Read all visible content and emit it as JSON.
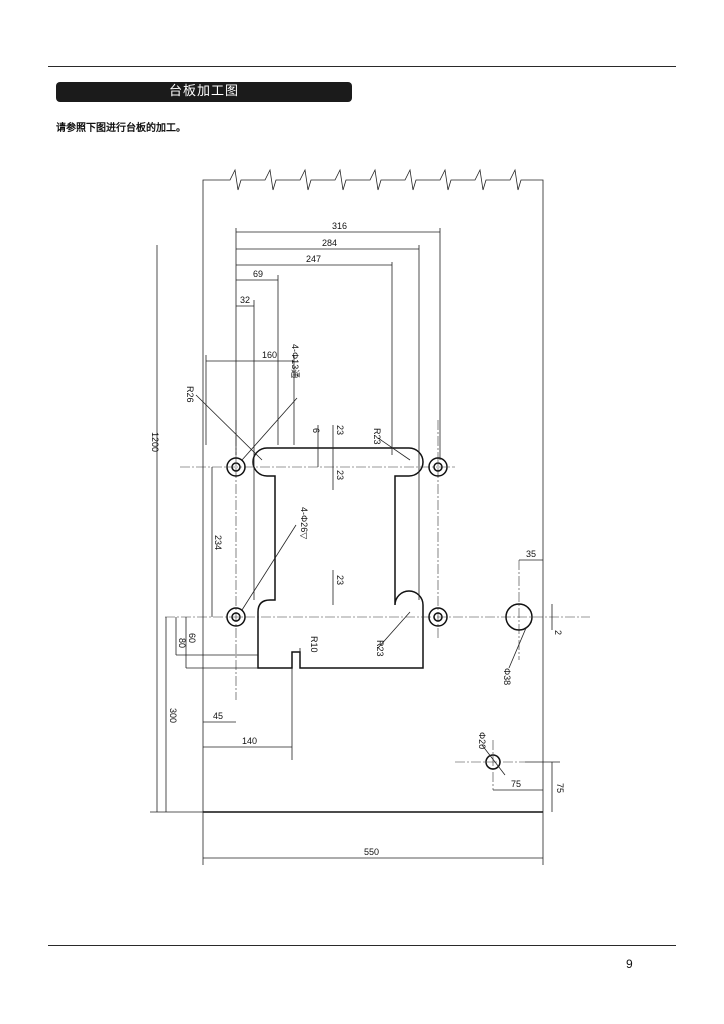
{
  "header": {
    "title": "台板加工图"
  },
  "instruction": "请参照下图进行台板的加工。",
  "footer": {
    "page_number": "9"
  },
  "drawing": {
    "dimensions": {
      "d316": "316",
      "d284": "284",
      "d247": "247",
      "d69": "69",
      "d32": "32",
      "d160": "160",
      "d1200": "1200",
      "r26": "R26",
      "holes_4_13": "4-Φ13通",
      "d6": "6",
      "d23_top": "23",
      "d23_mid": "23",
      "r23_top": "R23",
      "holes_4_26": "4-Φ26▽",
      "d234": "234",
      "d23_low": "23",
      "d35": "35",
      "d2": "2",
      "d60": "60",
      "d80": "80",
      "r10": "R10",
      "r23_low": "R23",
      "phi38": "Φ38",
      "d300": "300",
      "d45": "45",
      "phi20": "Φ20",
      "d140": "140",
      "d75_h": "75",
      "d75_v": "75",
      "d550": "550"
    }
  }
}
